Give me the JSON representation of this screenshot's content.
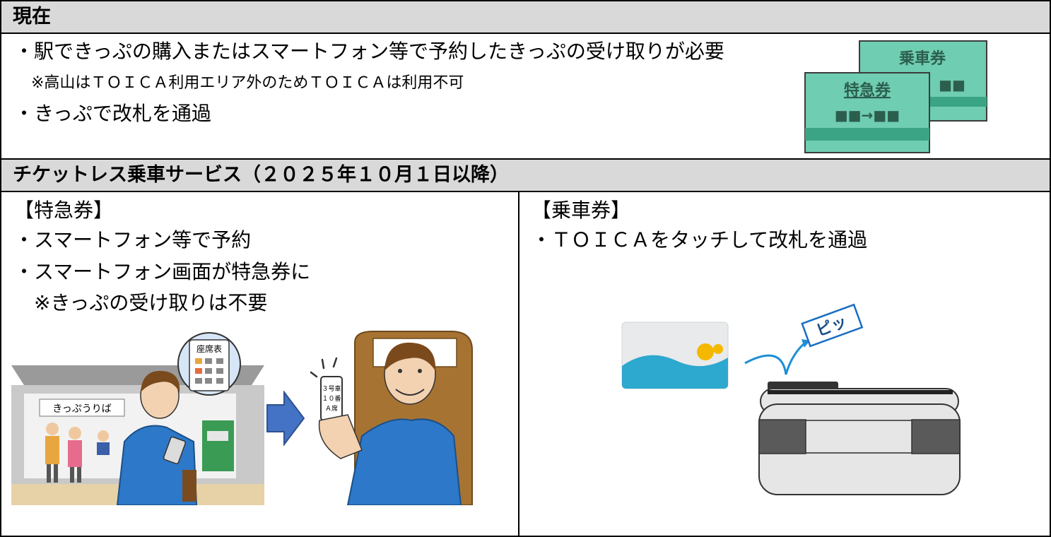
{
  "section_current": {
    "header": "現在",
    "bullet1": "・駅できっぷの購入またはスマートフォン等で予約したきっぷの受け取りが必要",
    "note": "※高山はＴＯＩＣＡ利用エリア外のためＴＯＩＣＡは利用不可",
    "bullet2": "・きっぷで改札を通過",
    "ticket_back_label": "乗車券",
    "ticket_front_label": "特急券",
    "ticket_back_mark": "■■",
    "ticket_front_route": "■■→■■"
  },
  "section_ticketless": {
    "header": "チケットレス乗車サービス（２０２５年１０月１日以降）",
    "left": {
      "title": "【特急券】",
      "bullet1": "・スマートフォン等で予約",
      "bullet2": "・スマートフォン画面が特急券に",
      "note": "※きっぷの受け取りは不要",
      "booth_sign": "きっぷうりば",
      "bubble_label": "座席表",
      "phone_text": [
        "３号車",
        "１０番",
        "Ａ席"
      ]
    },
    "right": {
      "title": "【乗車券】",
      "bullet1": "・ＴＯＩＣＡをタッチして改札を通過",
      "beep": "ピッ"
    }
  },
  "colors": {
    "header_bg": "#d9d9d9",
    "ticket_green": "#6fcdb1",
    "arrow_blue": "#4472c4",
    "shirt_blue": "#2d78c8"
  }
}
